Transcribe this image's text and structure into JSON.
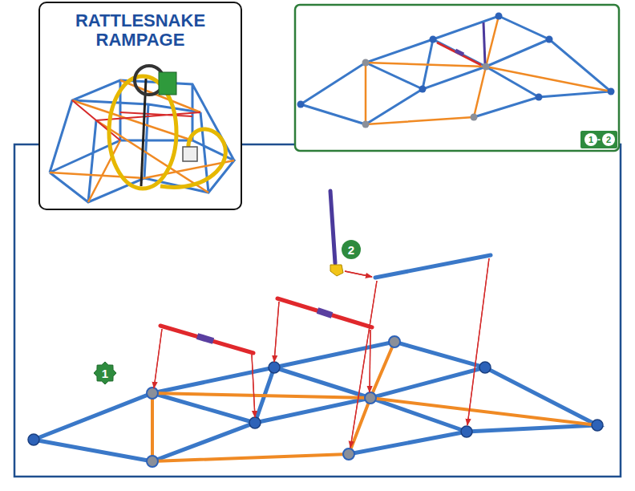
{
  "diagram": {
    "nodes": [
      {
        "text": [
          "RATTLESNAKE RAMPAGE"
        ]
      },
      {
        "text": [
          "1"
        ]
      },
      {
        "text": [
          "2"
        ]
      },
      {
        "text": [
          "1"
        ]
      },
      {
        "text": [
          "2"
        ]
      }
    ],
    "labels": [
      "-"
    ]
  }
}
